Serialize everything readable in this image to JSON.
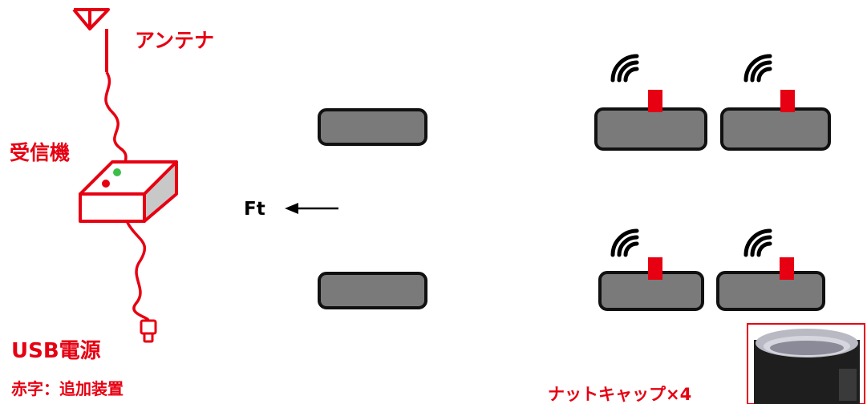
{
  "labels": {
    "antenna": "アンテナ",
    "receiver": "受信機",
    "usb_power": "USB電源",
    "legend": "赤字：追加装置",
    "front": "Ft",
    "nut_cap": "ナットキャップ×4"
  },
  "colors": {
    "accent_red": "#e60012",
    "tire_fill": "#7a7a7a",
    "tire_stroke": "#111111",
    "led_green": "#3cbf4a",
    "led_red": "#e60012"
  }
}
